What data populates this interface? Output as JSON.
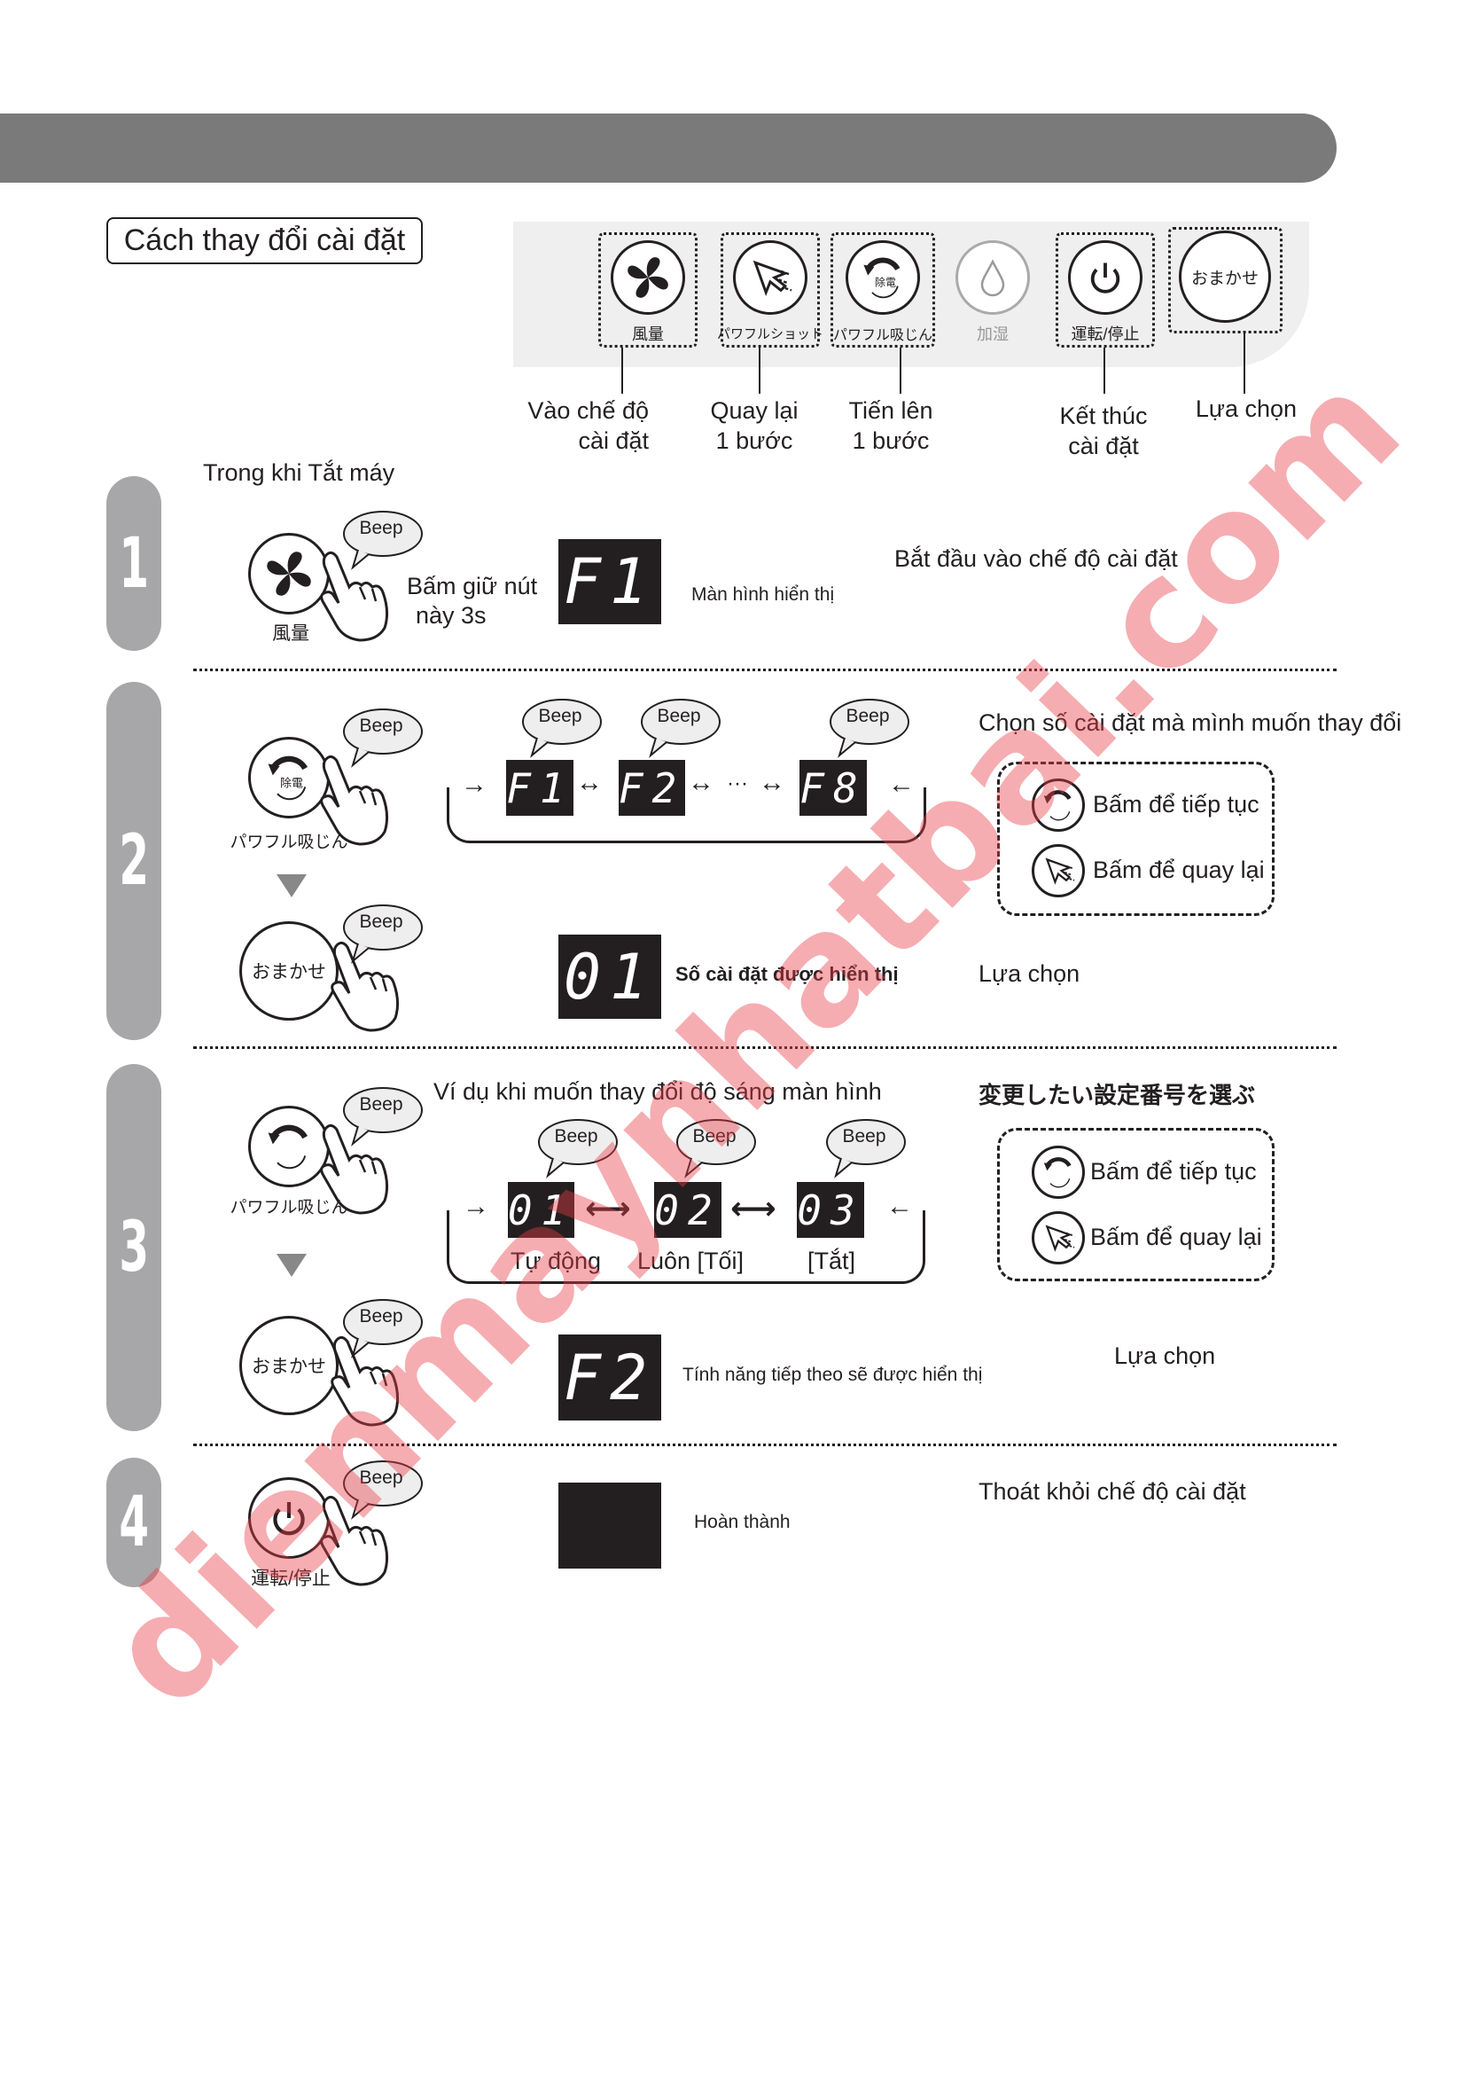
{
  "header": {
    "title": "Cách thay đổi cài đặt"
  },
  "panel": {
    "buttons": [
      {
        "label": "風量",
        "icon": "fan-icon"
      },
      {
        "label": "パワフルショット",
        "icon": "arrow-cursor-icon"
      },
      {
        "label": "パワフル吸じん",
        "icon": "rotate-discharge-icon",
        "icon_text": "除電"
      },
      {
        "label": "加湿",
        "icon": "water-drop-icon"
      },
      {
        "label": "運転/停止",
        "icon": "power-icon"
      },
      {
        "label": "おまかせ",
        "icon": "omakase-text"
      }
    ],
    "callouts": [
      {
        "line1": "Vào chế độ",
        "line2": "cài đặt"
      },
      {
        "line1": "Quay lại",
        "line2": "1 bước"
      },
      {
        "line1": "Tiến lên",
        "line2": "1 bước"
      },
      {
        "line1": "Kết thúc",
        "line2": "cài đặt"
      },
      {
        "line1": "Lựa chọn"
      }
    ]
  },
  "beep": "Beep",
  "steps": [
    {
      "number": "1",
      "condition": "Trong khi Tắt máy",
      "button_label": "風量",
      "hold_line1": "Bấm giữ nút",
      "hold_line2": "này 3s",
      "display": "F1",
      "display_caption": "Màn hình hiển thị",
      "description": "Bắt đầu vào chế độ cài đặt"
    },
    {
      "number": "2",
      "button_label": "パワフル吸じん",
      "button_icon_text": "除電",
      "sequence": [
        "F1",
        "F2",
        "F8"
      ],
      "ellipsis": "···",
      "description": "Chọn số cài đặt mà mình muốn thay đổi",
      "options": [
        "Bấm để tiếp tục",
        "Bấm để quay lại"
      ],
      "confirm_button": "おまかせ",
      "display": "01",
      "display_caption": "Số cài đặt được hiển thị",
      "confirm_text": "Lựa chọn"
    },
    {
      "number": "3",
      "example": "Ví dụ khi muốn thay đổi độ sáng màn hình",
      "button_label": "パワフル吸じん",
      "sequence": [
        {
          "display": "01",
          "label": "Tự động"
        },
        {
          "display": "02",
          "label": "Luôn [Tối]"
        },
        {
          "display": "03",
          "label": "[Tắt]"
        }
      ],
      "description": "変更したい設定番号を選ぶ",
      "options": [
        "Bấm để tiếp tục",
        "Bấm để quay lại"
      ],
      "confirm_button": "おまかせ",
      "display": "F2",
      "display_caption": "Tính năng tiếp theo sẽ được hiển thị",
      "confirm_text": "Lựa chọn"
    },
    {
      "number": "4",
      "button_label": "運転/停止",
      "display": "",
      "display_caption": "Hoàn thành",
      "description": "Thoát khỏi chế độ cài đặt"
    }
  ],
  "watermark": "dienmaynhatbai.com",
  "colors": {
    "ink": "#231f20",
    "header": "#7a7a7a",
    "badge": "#a7a7a9",
    "panel": "#efefef",
    "watermark": "#e63c46"
  }
}
